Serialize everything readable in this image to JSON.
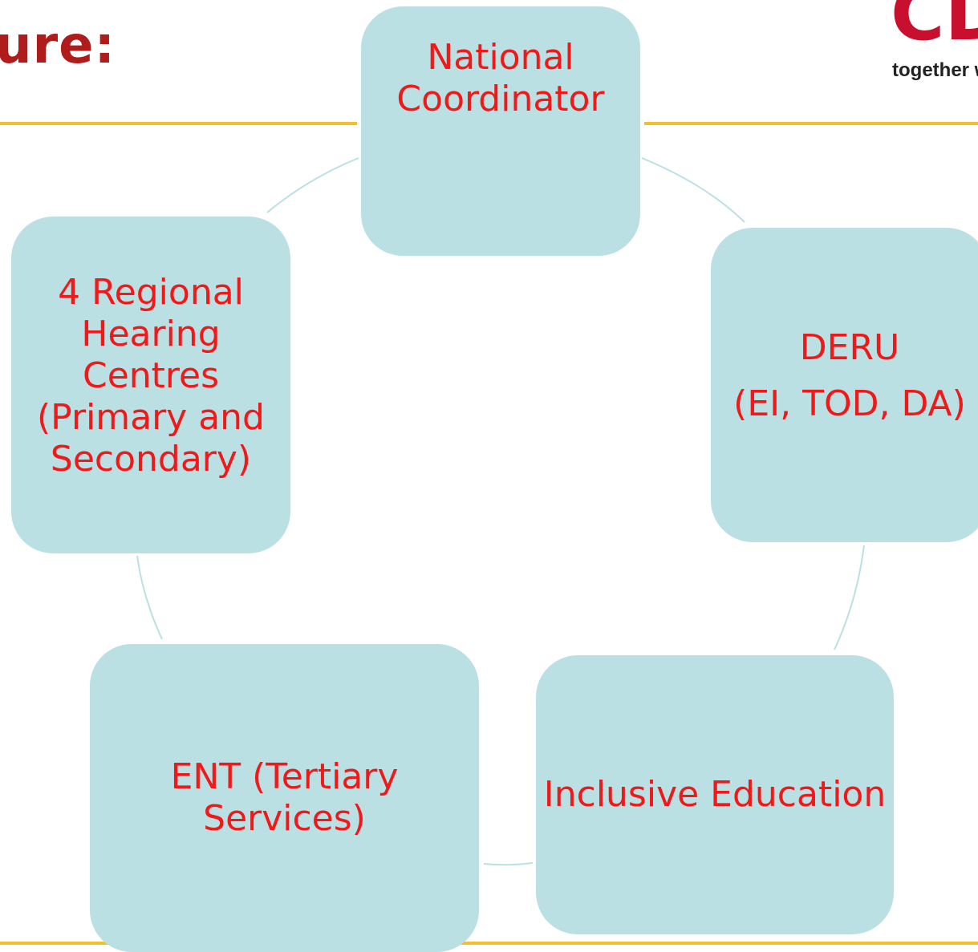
{
  "slide": {
    "title_fragment": "ure:",
    "logo": {
      "mark": "CD",
      "tagline": "together w"
    }
  },
  "diagram": {
    "type": "cycle",
    "nodes": [
      {
        "id": "national-coordinator",
        "label": "National Coordinator"
      },
      {
        "id": "deru",
        "label": "DERU",
        "sublabel": "(EI, TOD, DA)"
      },
      {
        "id": "inclusive-education",
        "label": "Inclusive Education"
      },
      {
        "id": "ent",
        "label": "ENT (Tertiary Services)"
      },
      {
        "id": "regional-hearing-centres",
        "label": "4 Regional Hearing Centres (Primary and Secondary)"
      }
    ]
  },
  "colors": {
    "title": "#b01c1c",
    "node_fill": "#bbe0e3",
    "node_text": "#f01919",
    "connector": "#bbe0e3",
    "rule": "#f4be2c",
    "logo": "#c8102e"
  }
}
